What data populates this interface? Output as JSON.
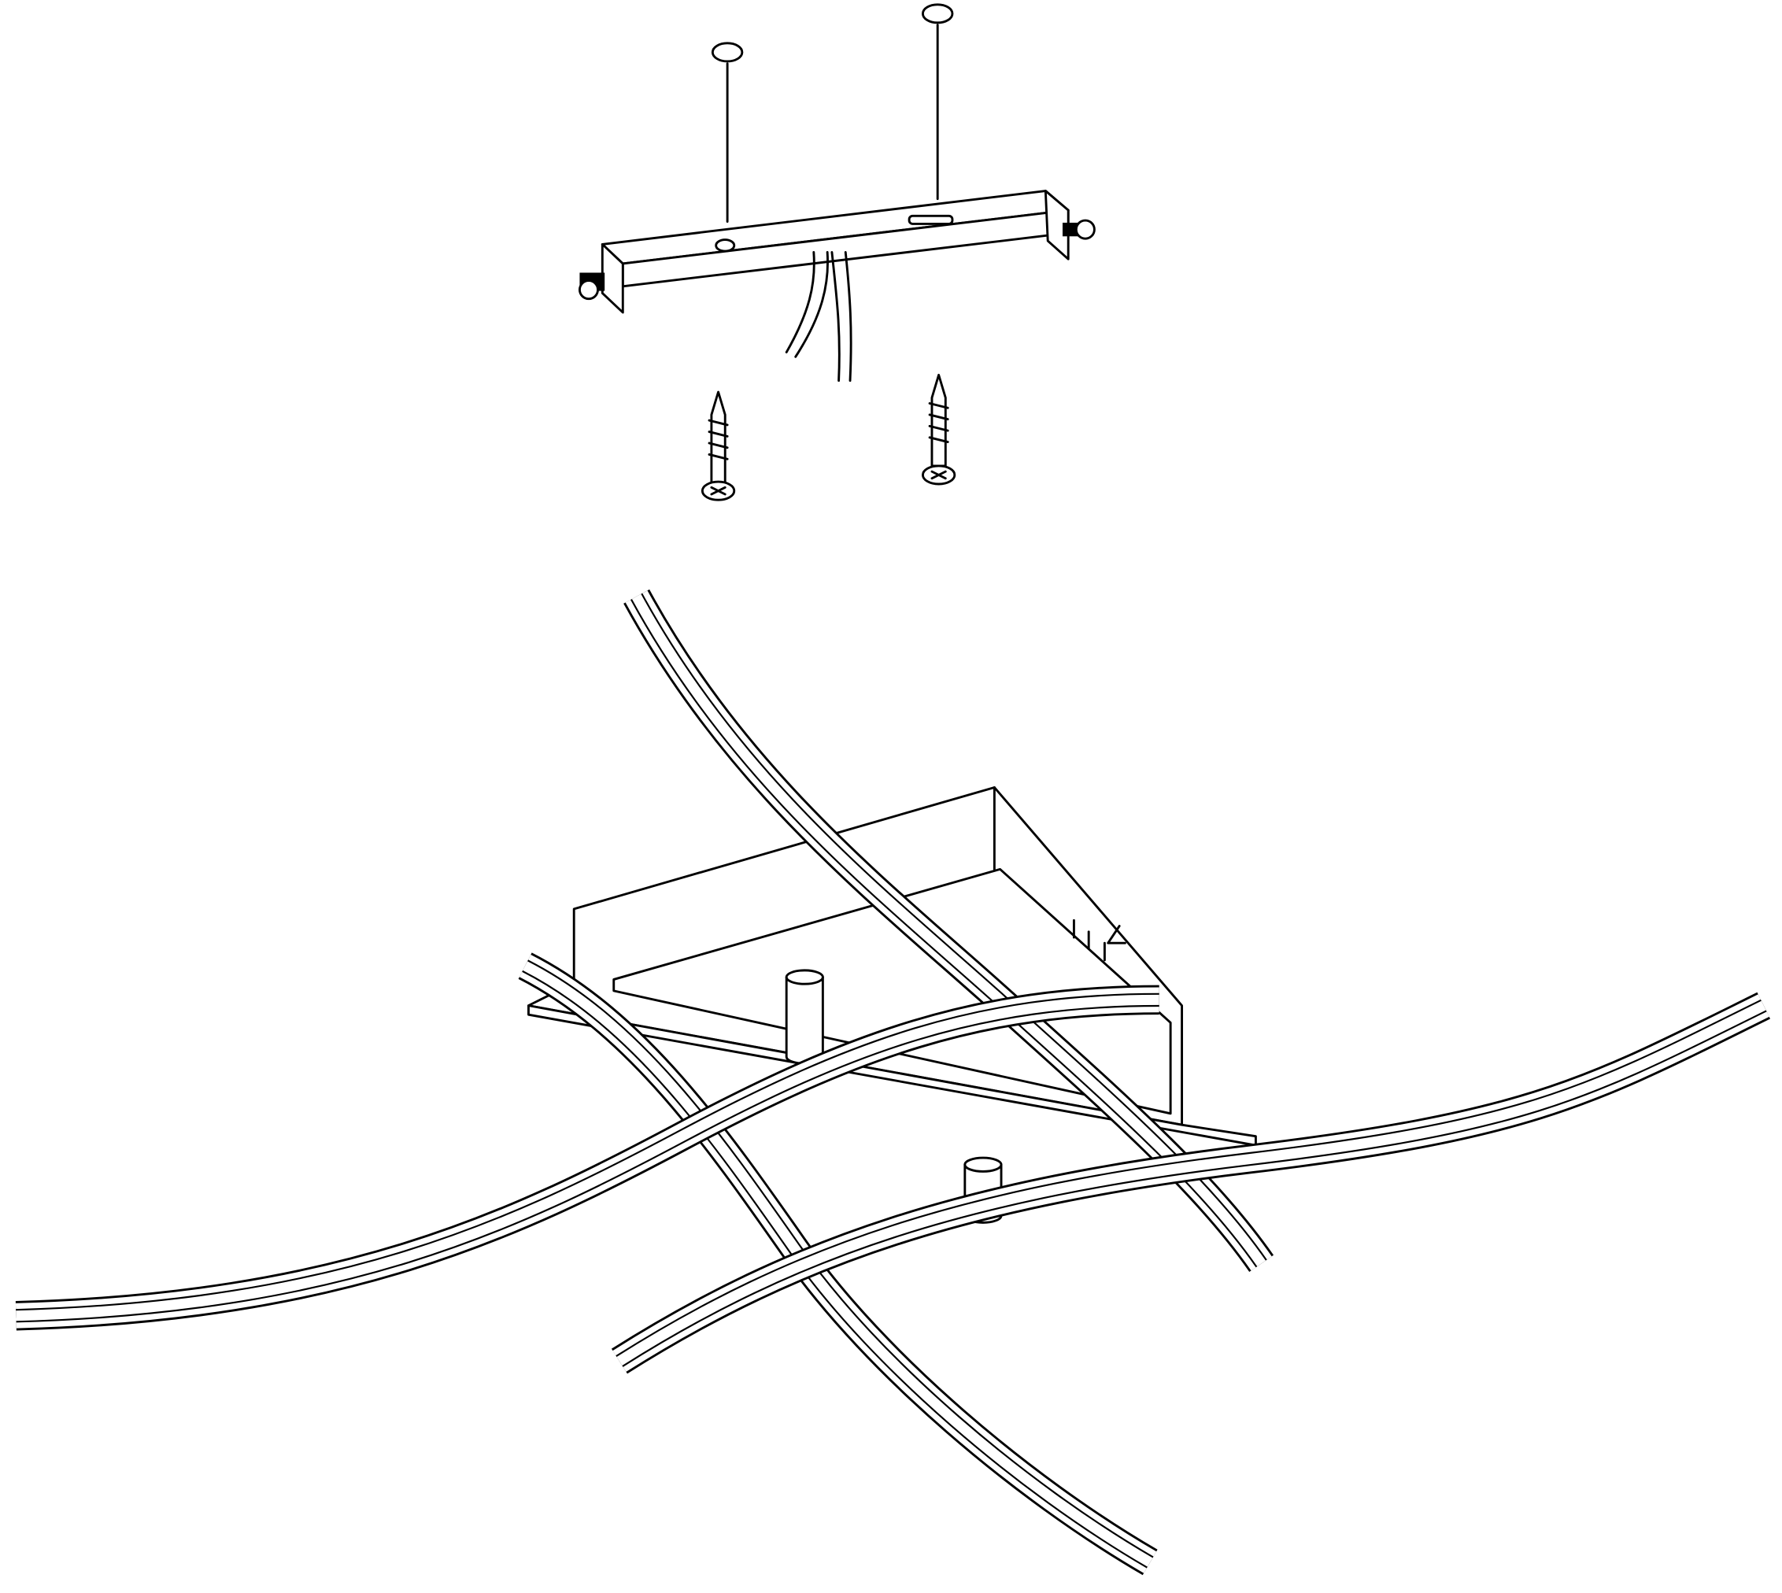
{
  "colors": {
    "line": "#000000",
    "background": "#ffffff"
  },
  "diagram": {
    "type": "assembly-drawing",
    "parts": [
      "ceiling-holes",
      "mounting-bracket",
      "bracket-screws",
      "supply-wires",
      "wall-screws",
      "canopy-base",
      "mounting-pegs",
      "led-arms"
    ]
  }
}
